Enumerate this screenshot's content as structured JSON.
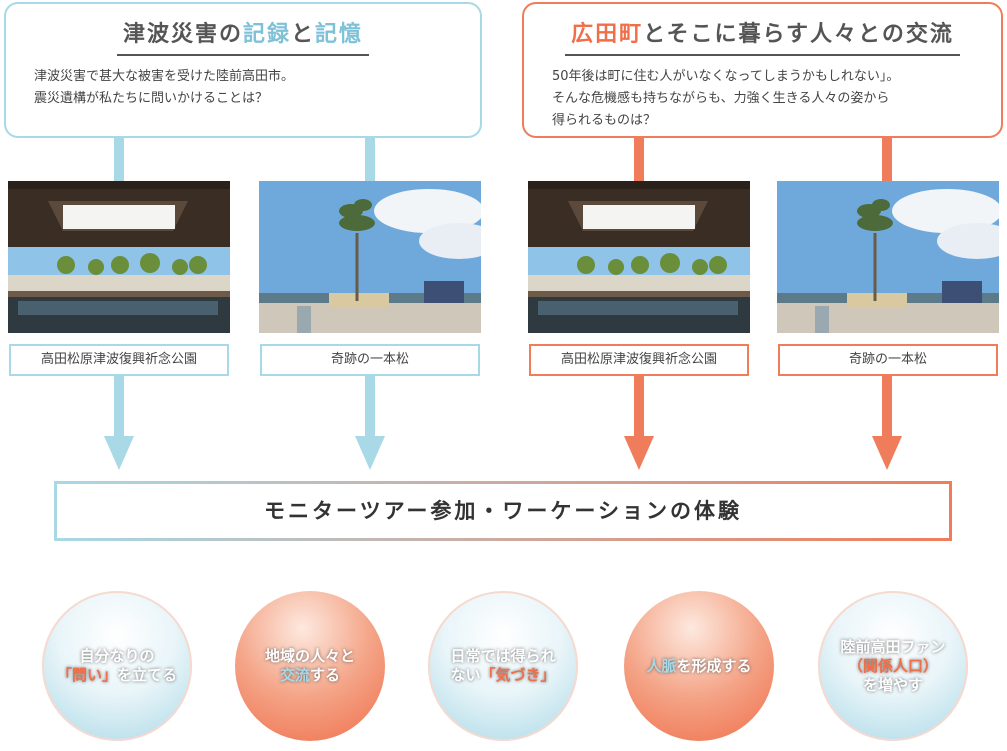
{
  "left_box": {
    "title_pre": "津波災害の",
    "title_hl1": "記録",
    "title_mid": "と",
    "title_hl2": "記憶",
    "lines": [
      "津波災害で甚大な被害を受けた陸前高田市。",
      "震災遺構が私たちに問いかけることは？"
    ]
  },
  "right_box": {
    "title_hl": "広田町",
    "title_rest": "とそこに暮らす人々との交流",
    "lines": [
      "50年後は町に住む人がいなくなってしまうかもしれない」。",
      "そんな危機感も持ちながらも、力強く生きる人々の姿から",
      "得られるものは？"
    ]
  },
  "photos": [
    {
      "caption": "高田松原津波復興祈念公園",
      "scene": "memorial-park"
    },
    {
      "caption": "奇跡の一本松",
      "scene": "miracle-pine"
    },
    {
      "caption": "高田松原津波復興祈念公園",
      "scene": "memorial-park"
    },
    {
      "caption": "奇跡の一本松",
      "scene": "miracle-pine"
    }
  ],
  "experience": "モニターツアー参加・ワーケーションの体験",
  "outcomes": [
    {
      "pre": "自分なりの",
      "hl": "「問い」",
      "post": "を立てる",
      "style": "blue"
    },
    {
      "pre": "地域の人々と",
      "hl": "交流",
      "post": "する",
      "style": "orange"
    },
    {
      "pre": "日常では得られ",
      "pre2": "ない",
      "hl": "「気づき」",
      "post": "",
      "style": "blue"
    },
    {
      "pre": "",
      "hl": "人脈",
      "post": "を形成する",
      "style": "orange"
    },
    {
      "pre": "陸前高田ファン",
      "hl": "（関係人口）",
      "post": "を増やす",
      "style": "blue"
    }
  ],
  "colors": {
    "blue": "#a9d8e6",
    "orange": "#ef7d5b"
  }
}
